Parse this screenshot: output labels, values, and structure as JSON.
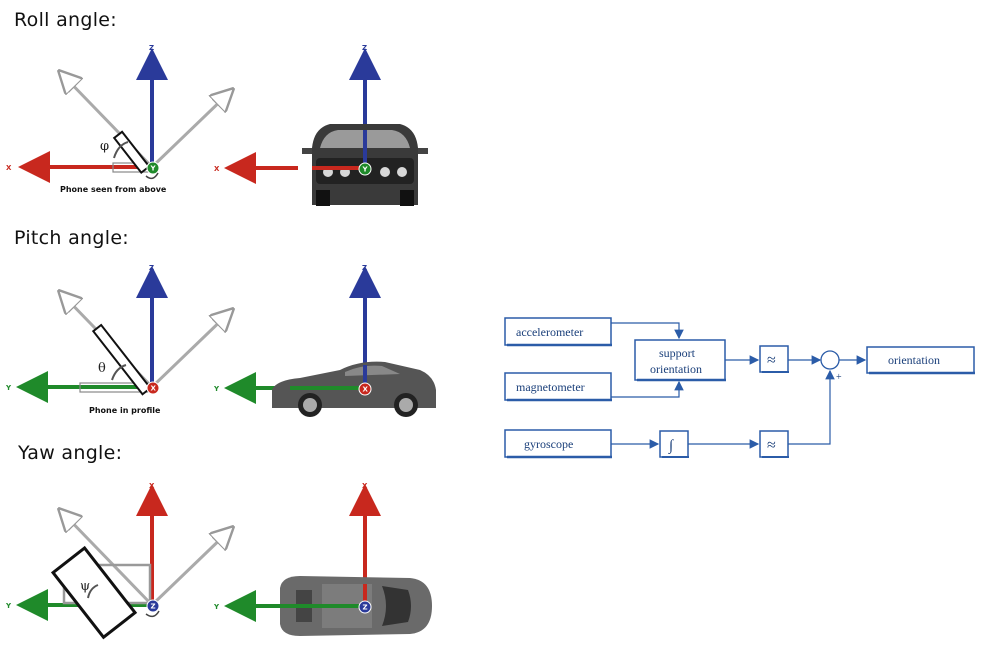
{
  "sections": {
    "roll": {
      "title": "Roll angle:",
      "angle_symbol": "φ",
      "caption": "Phone seen from above",
      "axis_up": "Z",
      "axis_left": "X",
      "axis_center": "Y"
    },
    "pitch": {
      "title": "Pitch angle:",
      "angle_symbol": "θ",
      "caption": "Phone in profile",
      "axis_up": "Z",
      "axis_left": "Y",
      "axis_center": "X"
    },
    "yaw": {
      "title": "Yaw angle:",
      "angle_symbol": "ψ",
      "axis_up": "X",
      "axis_left": "Y",
      "axis_center": "Z"
    }
  },
  "block_diagram": {
    "accelerometer": "accelerometer",
    "magnetometer": "magnetometer",
    "gyroscope": "gyroscope",
    "support_line1": "support",
    "support_line2": "orientation",
    "integrator_symbol": "∫",
    "filter_symbol": "≈",
    "sum_plus": "+",
    "output": "orientation"
  },
  "colors": {
    "red": "#c8281e",
    "green": "#1f8a2a",
    "blue": "#2a3a9a",
    "diagram_blue": "#2b5ca8"
  }
}
